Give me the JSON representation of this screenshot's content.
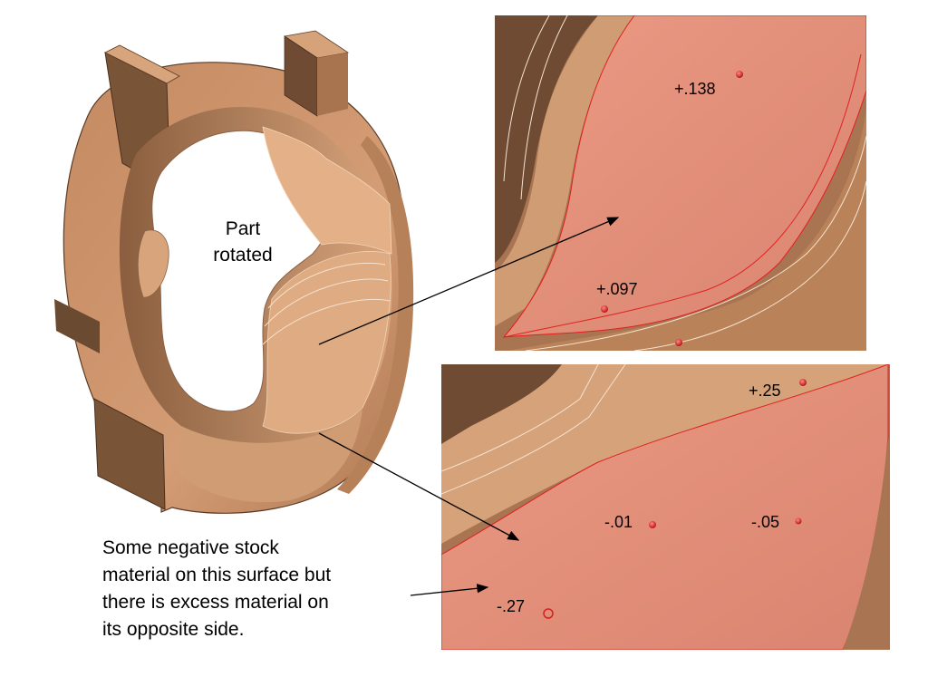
{
  "labels": {
    "part_rotated_line1": "Part",
    "part_rotated_line2": "rotated",
    "note": [
      "Some negative stock",
      "material on this surface but",
      "there is excess material on",
      "its opposite side."
    ]
  },
  "top_panel": {
    "measurements": [
      {
        "id": "m1",
        "text": "+.138"
      },
      {
        "id": "m2",
        "text": "+.097"
      }
    ]
  },
  "bottom_panel": {
    "measurements": [
      {
        "id": "m3",
        "text": "+.25"
      },
      {
        "id": "m4",
        "text": "-.01"
      },
      {
        "id": "m5",
        "text": "-.05"
      },
      {
        "id": "m6",
        "text": "-.27"
      }
    ]
  },
  "colors": {
    "part_base": "#c8906a",
    "part_dark": "#6b4a32",
    "part_light": "#e8b48a",
    "highlight_surface": "#e8907a",
    "point_marker": "#d42020"
  }
}
